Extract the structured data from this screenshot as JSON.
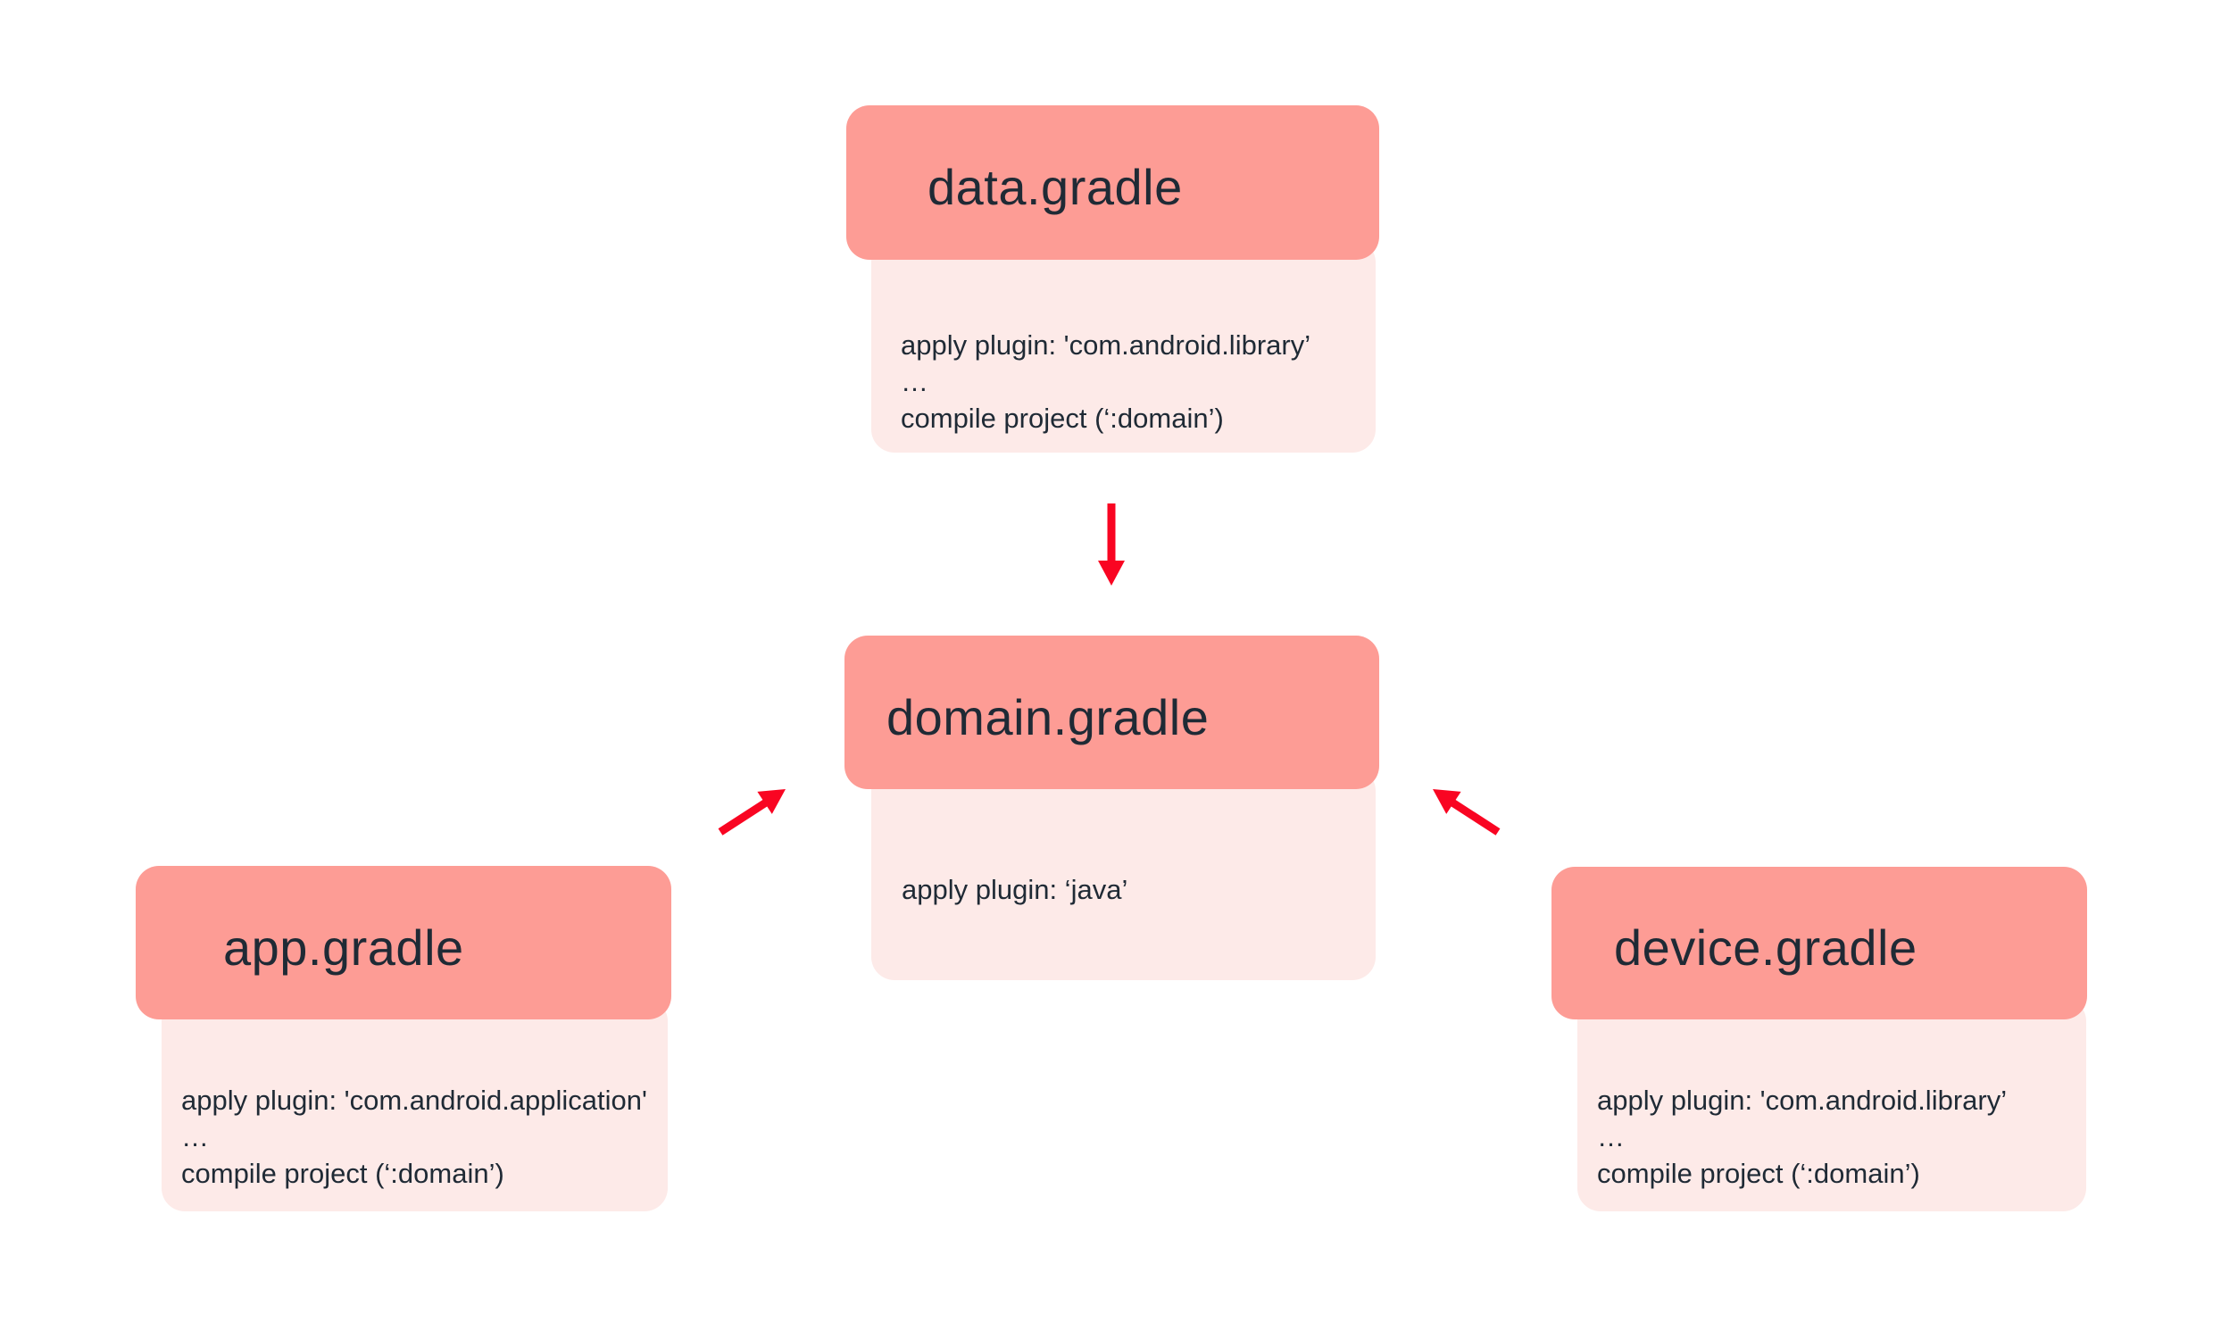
{
  "diagram": {
    "background": "#FFFFFF",
    "colors": {
      "node_header": "#FD9C95",
      "node_body": "#FDEAE8",
      "arrow": "#F90522",
      "text": "#1F2A35",
      "background": "#FFFFFF"
    },
    "nodes": {
      "data": {
        "title": "data.gradle",
        "lines": [
          "apply plugin: 'com.android.library’",
          "…",
          "compile project (‘:domain’)"
        ]
      },
      "domain": {
        "title": "domain.gradle",
        "lines": [
          "apply plugin: ‘java’"
        ]
      },
      "app": {
        "title": "app.gradle",
        "lines": [
          "apply plugin: 'com.android.application'",
          "…",
          "compile project (‘:domain’)"
        ]
      },
      "device": {
        "title": "device.gradle",
        "lines": [
          "apply plugin: 'com.android.library’",
          "…",
          "compile project (‘:domain’)"
        ]
      }
    },
    "arrows": [
      {
        "name": "data-to-domain",
        "from": "data.gradle",
        "to": "domain.gradle",
        "direction": "down"
      },
      {
        "name": "app-to-domain",
        "from": "app.gradle",
        "to": "domain.gradle",
        "direction": "up-right"
      },
      {
        "name": "device-to-domain",
        "from": "device.gradle",
        "to": "domain.gradle",
        "direction": "up-left"
      }
    ]
  }
}
